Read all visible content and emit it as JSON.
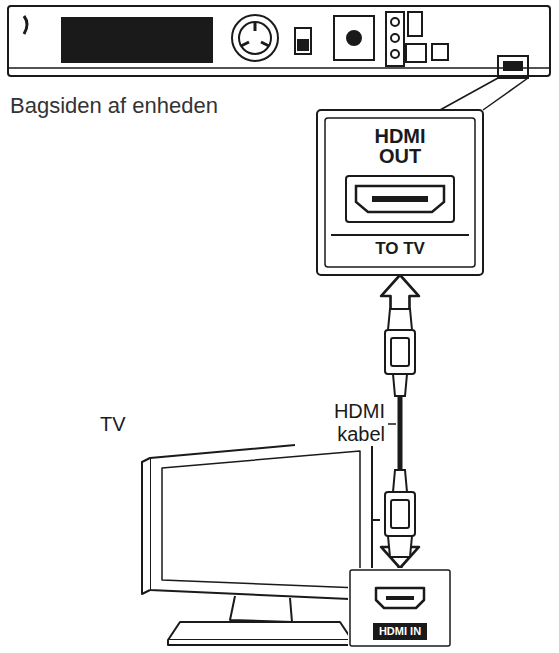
{
  "diagram": {
    "nodes": [
      {
        "text": [
          "HDMI OUT",
          "TO TV"
        ]
      },
      {
        "text": [
          "HDMI IN"
        ]
      }
    ],
    "edges": [
      {
        "from": 0,
        "to": 1,
        "arrow": "both",
        "label": "HDMI kabel"
      }
    ],
    "labels": [
      "Bagsiden af enheden",
      "TV"
    ]
  }
}
